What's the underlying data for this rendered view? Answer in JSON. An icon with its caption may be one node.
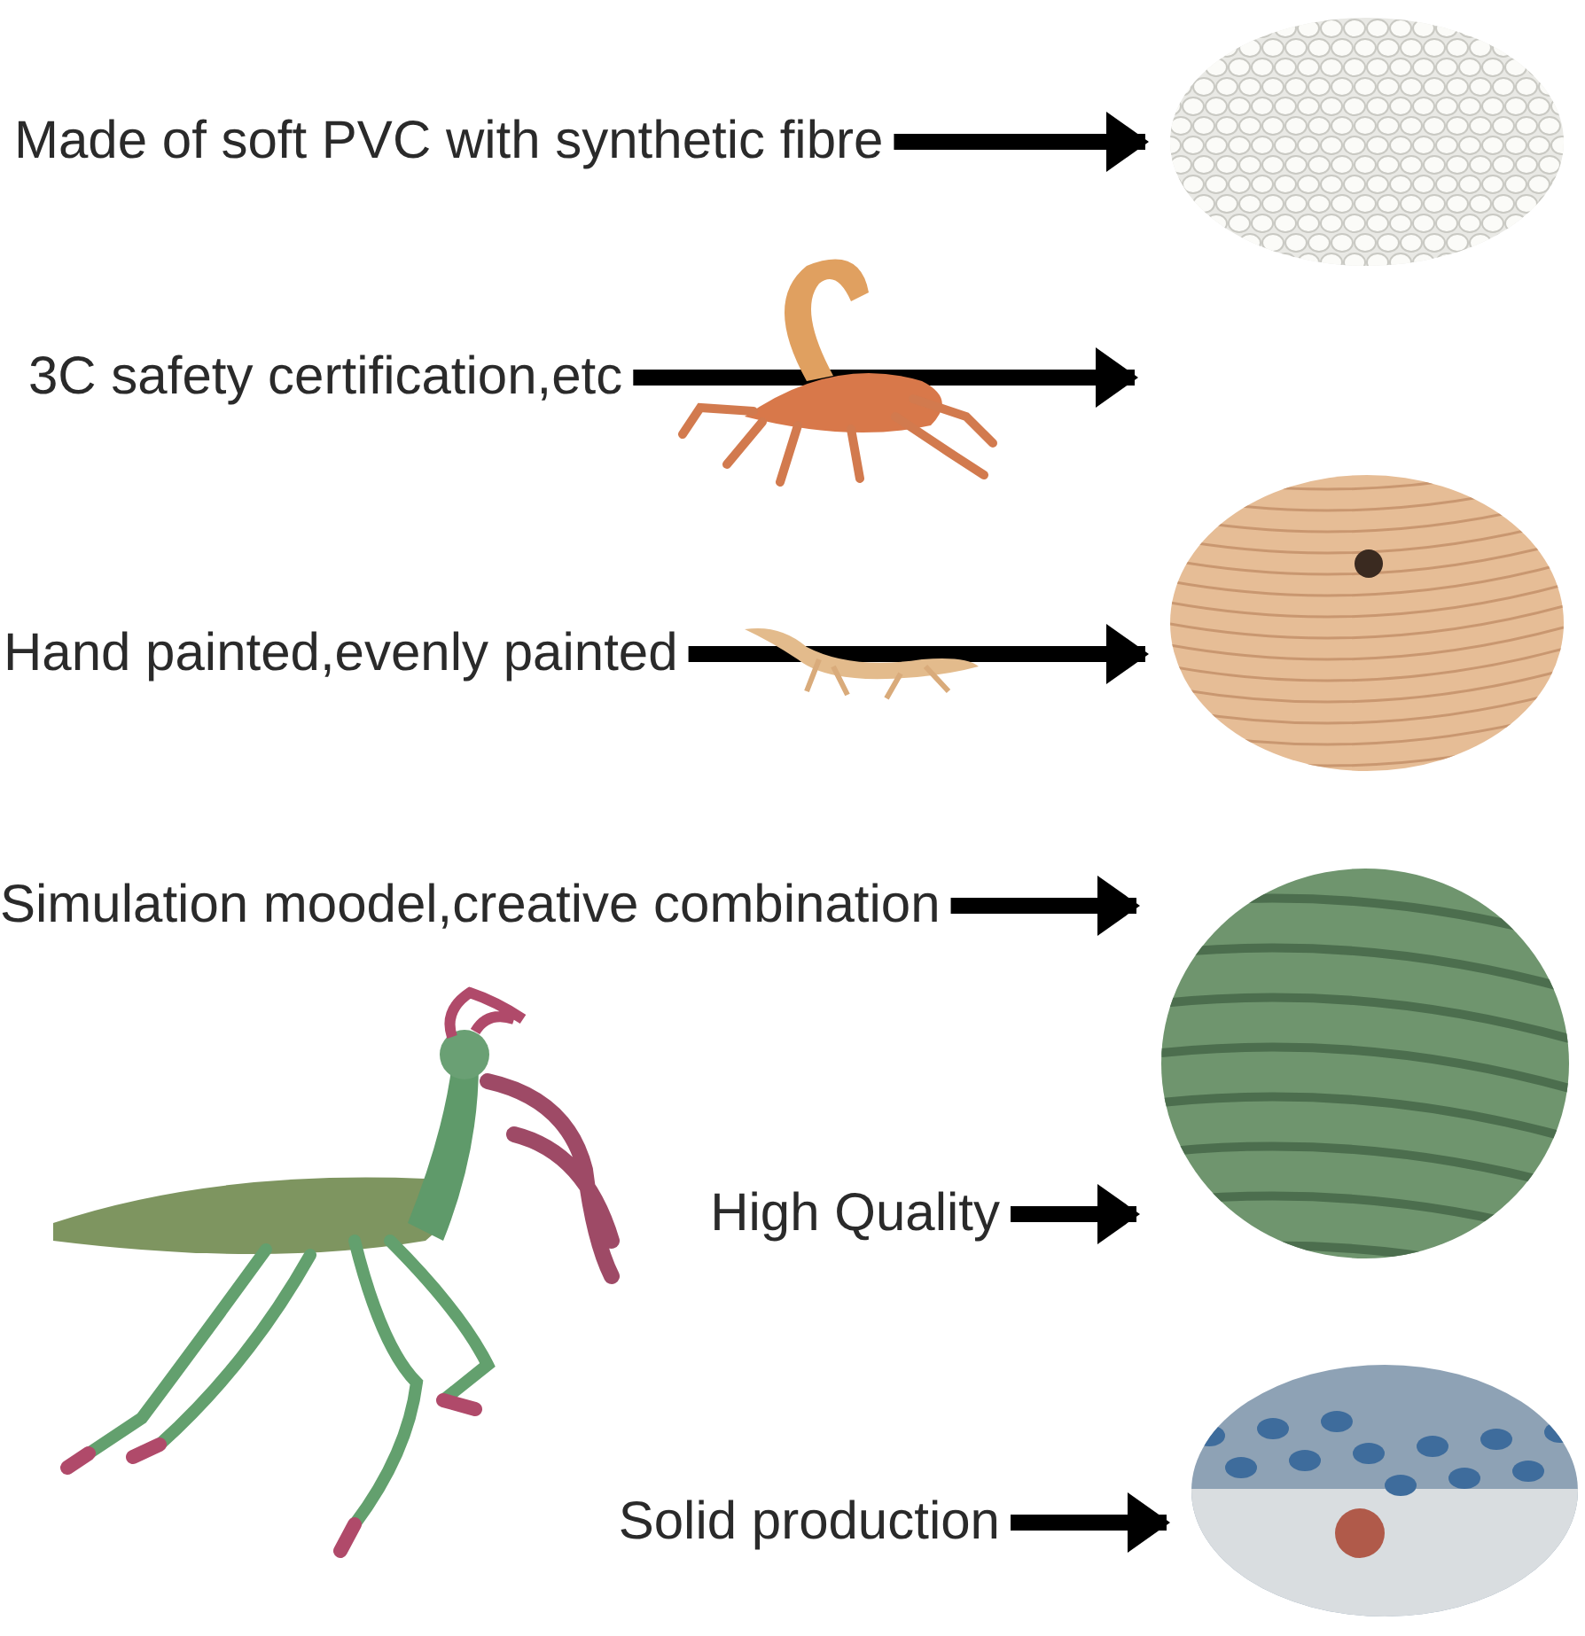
{
  "diagram": {
    "nodes": [
      {
        "text": [
          "Made of soft PVC with synthetic fibre"
        ]
      },
      {
        "text": [],
        "shape": "picture"
      },
      {
        "text": [
          "3C safety certification,etc"
        ]
      },
      {
        "text": [
          "Hand painted,evenly painted"
        ]
      },
      {
        "text": [],
        "shape": "picture"
      },
      {
        "text": [
          "Simulation moodel,creative combination"
        ]
      },
      {
        "text": [
          "High Quality"
        ]
      },
      {
        "text": [],
        "shape": "picture"
      },
      {
        "text": [
          "Solid production"
        ]
      },
      {
        "text": [],
        "shape": "picture"
      }
    ],
    "edges": [
      {
        "from": 0,
        "to": 1,
        "arrow": "to"
      },
      {
        "from": 2,
        "to": null,
        "arrow": "to"
      },
      {
        "from": 3,
        "to": 4,
        "arrow": "to"
      },
      {
        "from": 5,
        "to": 7,
        "arrow": "to"
      },
      {
        "from": 6,
        "to": 7,
        "arrow": "to"
      },
      {
        "from": 8,
        "to": 9,
        "arrow": "to"
      }
    ]
  }
}
